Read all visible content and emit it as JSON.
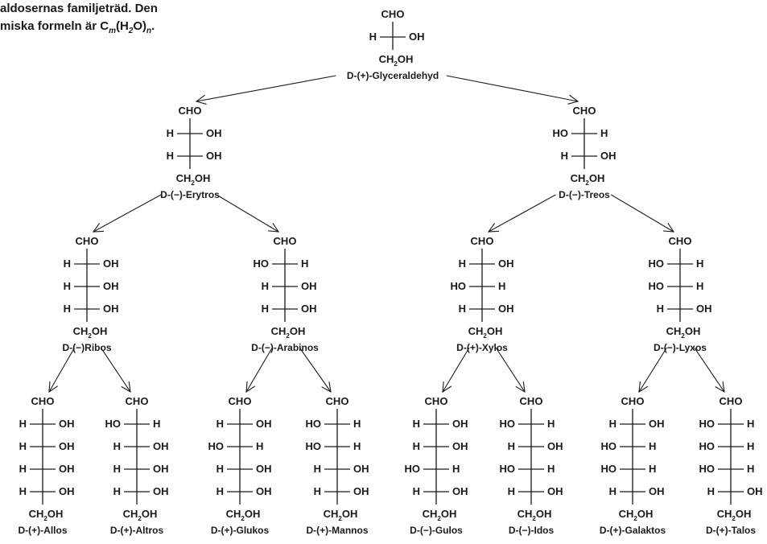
{
  "caption": {
    "line1": "aldosernas familjeträd. Den",
    "line2_prefix": "miska formeln är C",
    "line2_sub_m": "m",
    "line2_mid": "(H",
    "line2_sub_2": "2",
    "line2_close": "O)",
    "line2_sub_n": "n",
    "line2_end": "."
  },
  "labels": {
    "top_group": "CHO",
    "bottom_group": "CH",
    "bottom_sub": "2",
    "bottom_tail": "OH",
    "left_oh": "HO",
    "left_h": "H",
    "right_oh": "OH",
    "right_h": "H"
  },
  "sugars": [
    {
      "id": "glyceraldehyd",
      "name": "D-(+)-Glyceraldehyd",
      "rows": [
        "R"
      ]
    },
    {
      "id": "erytros",
      "name": "D-(−)-Erytros",
      "rows": [
        "R",
        "R"
      ]
    },
    {
      "id": "treos",
      "name": "D-(−)-Treos",
      "rows": [
        "L",
        "R"
      ]
    },
    {
      "id": "ribos",
      "name": "D-(−)Ribos",
      "rows": [
        "R",
        "R",
        "R"
      ]
    },
    {
      "id": "arabinos",
      "name": "D-(−)-Arabinos",
      "rows": [
        "L",
        "R",
        "R"
      ]
    },
    {
      "id": "xylos",
      "name": "D-(+)-Xylos",
      "rows": [
        "R",
        "L",
        "R"
      ]
    },
    {
      "id": "lyxos",
      "name": "D-(−)-Lyxos",
      "rows": [
        "L",
        "L",
        "R"
      ]
    },
    {
      "id": "allos",
      "name": "D-(+)-Allos",
      "rows": [
        "R",
        "R",
        "R",
        "R"
      ]
    },
    {
      "id": "altros",
      "name": "D-(+)-Altros",
      "rows": [
        "L",
        "R",
        "R",
        "R"
      ]
    },
    {
      "id": "glukos",
      "name": "D-(+)-Glukos",
      "rows": [
        "R",
        "L",
        "R",
        "R"
      ]
    },
    {
      "id": "mannos",
      "name": "D-(+)-Mannos",
      "rows": [
        "L",
        "L",
        "R",
        "R"
      ]
    },
    {
      "id": "gulos",
      "name": "D-(−)-Gulos",
      "rows": [
        "R",
        "R",
        "L",
        "R"
      ]
    },
    {
      "id": "idos",
      "name": "D-(−)-Idos",
      "rows": [
        "L",
        "R",
        "L",
        "R"
      ]
    },
    {
      "id": "galaktos",
      "name": "D-(+)-Galaktos",
      "rows": [
        "R",
        "L",
        "L",
        "R"
      ]
    },
    {
      "id": "talos",
      "name": "D-(+)-Talos",
      "rows": [
        "L",
        "L",
        "L",
        "R"
      ]
    }
  ],
  "edges": [
    [
      "glyceraldehyd",
      "erytros"
    ],
    [
      "glyceraldehyd",
      "treos"
    ],
    [
      "erytros",
      "ribos"
    ],
    [
      "erytros",
      "arabinos"
    ],
    [
      "treos",
      "xylos"
    ],
    [
      "treos",
      "lyxos"
    ],
    [
      "ribos",
      "allos"
    ],
    [
      "ribos",
      "altros"
    ],
    [
      "arabinos",
      "glukos"
    ],
    [
      "arabinos",
      "mannos"
    ],
    [
      "xylos",
      "gulos"
    ],
    [
      "xylos",
      "idos"
    ],
    [
      "lyxos",
      "galaktos"
    ],
    [
      "lyxos",
      "talos"
    ]
  ]
}
